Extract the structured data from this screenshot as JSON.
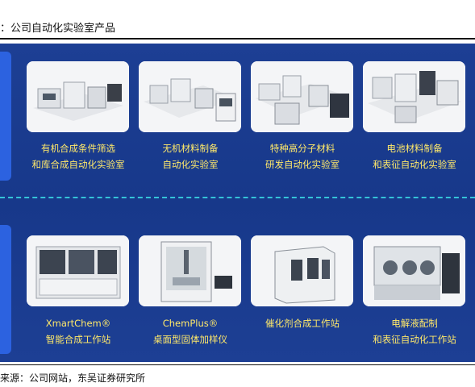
{
  "header": {
    "title": "：公司自动化实验室产品"
  },
  "top_row": [
    {
      "line1": "有机合成条件筛选",
      "line2": "和库合成自动化实验室",
      "icon": "lab-equipment-image"
    },
    {
      "line1": "无机材料制备",
      "line2": "自动化实验室",
      "icon": "lab-equipment-image"
    },
    {
      "line1": "特种高分子材料",
      "line2": "研发自动化实验室",
      "icon": "lab-equipment-image"
    },
    {
      "line1": "电池材料制备",
      "line2": "和表征自动化实验室",
      "icon": "lab-equipment-image"
    }
  ],
  "bottom_row": [
    {
      "line1": "XmartChem®",
      "line2": "智能合成工作站",
      "icon": "workstation-image"
    },
    {
      "line1": "ChemPlus®",
      "line2": "桌面型固体加样仪",
      "icon": "workstation-image"
    },
    {
      "line1": "催化剂合成工作站",
      "line2": "",
      "icon": "workstation-image"
    },
    {
      "line1": "电解液配制",
      "line2": "和表征自动化工作站",
      "icon": "workstation-image"
    }
  ],
  "footer": {
    "source": "来源：公司网站，东吴证券研究所"
  },
  "colors": {
    "panel": "#1a3b8f",
    "caption": "#ffe96a",
    "dash": "#35c3d8",
    "side_tab": "#2c62e0"
  }
}
